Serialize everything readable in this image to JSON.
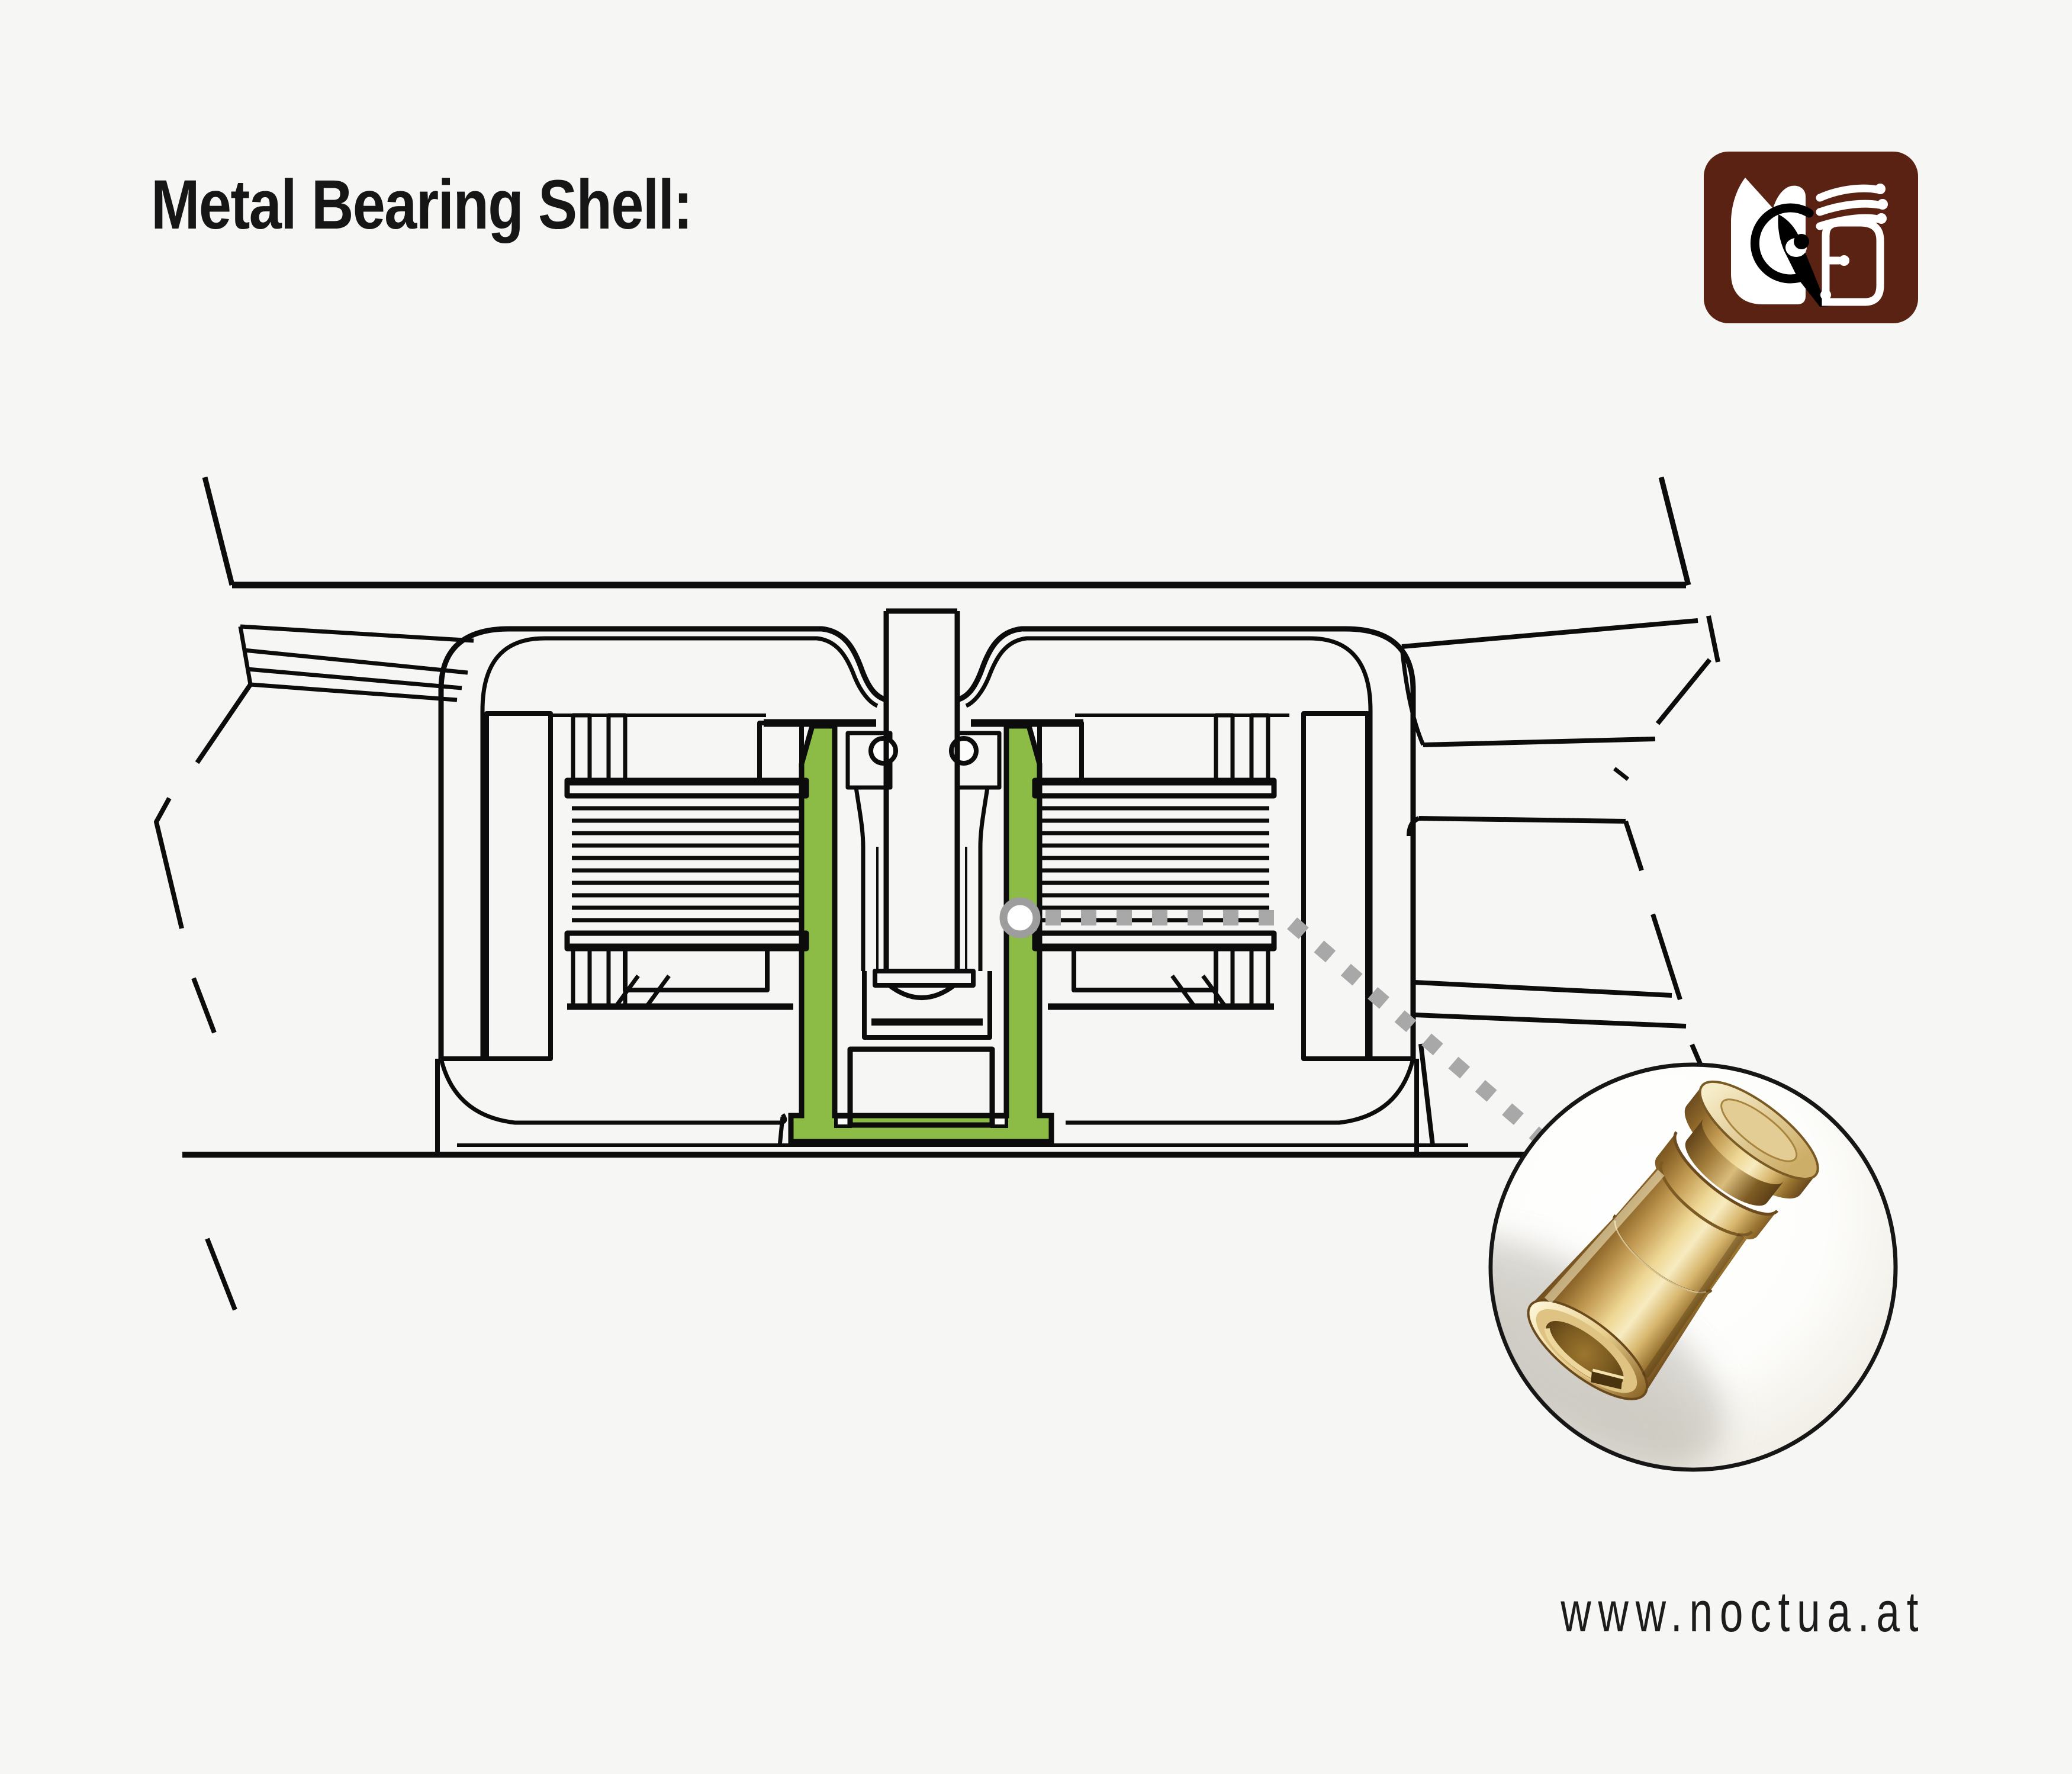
{
  "header": {
    "title": "Metal Bearing Shell:"
  },
  "logo": {
    "icon": "noctua-owl-logo"
  },
  "footer": {
    "website": "www.noctua.at"
  },
  "figure": {
    "type": "technical-cross-section",
    "subject": "fan motor hub cross-section with highlighted metal bearing shell",
    "highlighted_part": "metal bearing shell",
    "inset": "photograph of brass bearing shell in magnifier circle"
  },
  "colors": {
    "background": "#f6f6f4",
    "line": "#0c0c0c",
    "highlight_green": "#8cbb46",
    "brand_brown": "#5a2213",
    "leader_gray": "#a8a8a8",
    "marker_ring_gray": "#9d9d9d",
    "text_dark": "#161616",
    "brass_highlight": "#f7ebc0",
    "brass_mid": "#c29a52",
    "brass_dark": "#6e4c1e"
  }
}
